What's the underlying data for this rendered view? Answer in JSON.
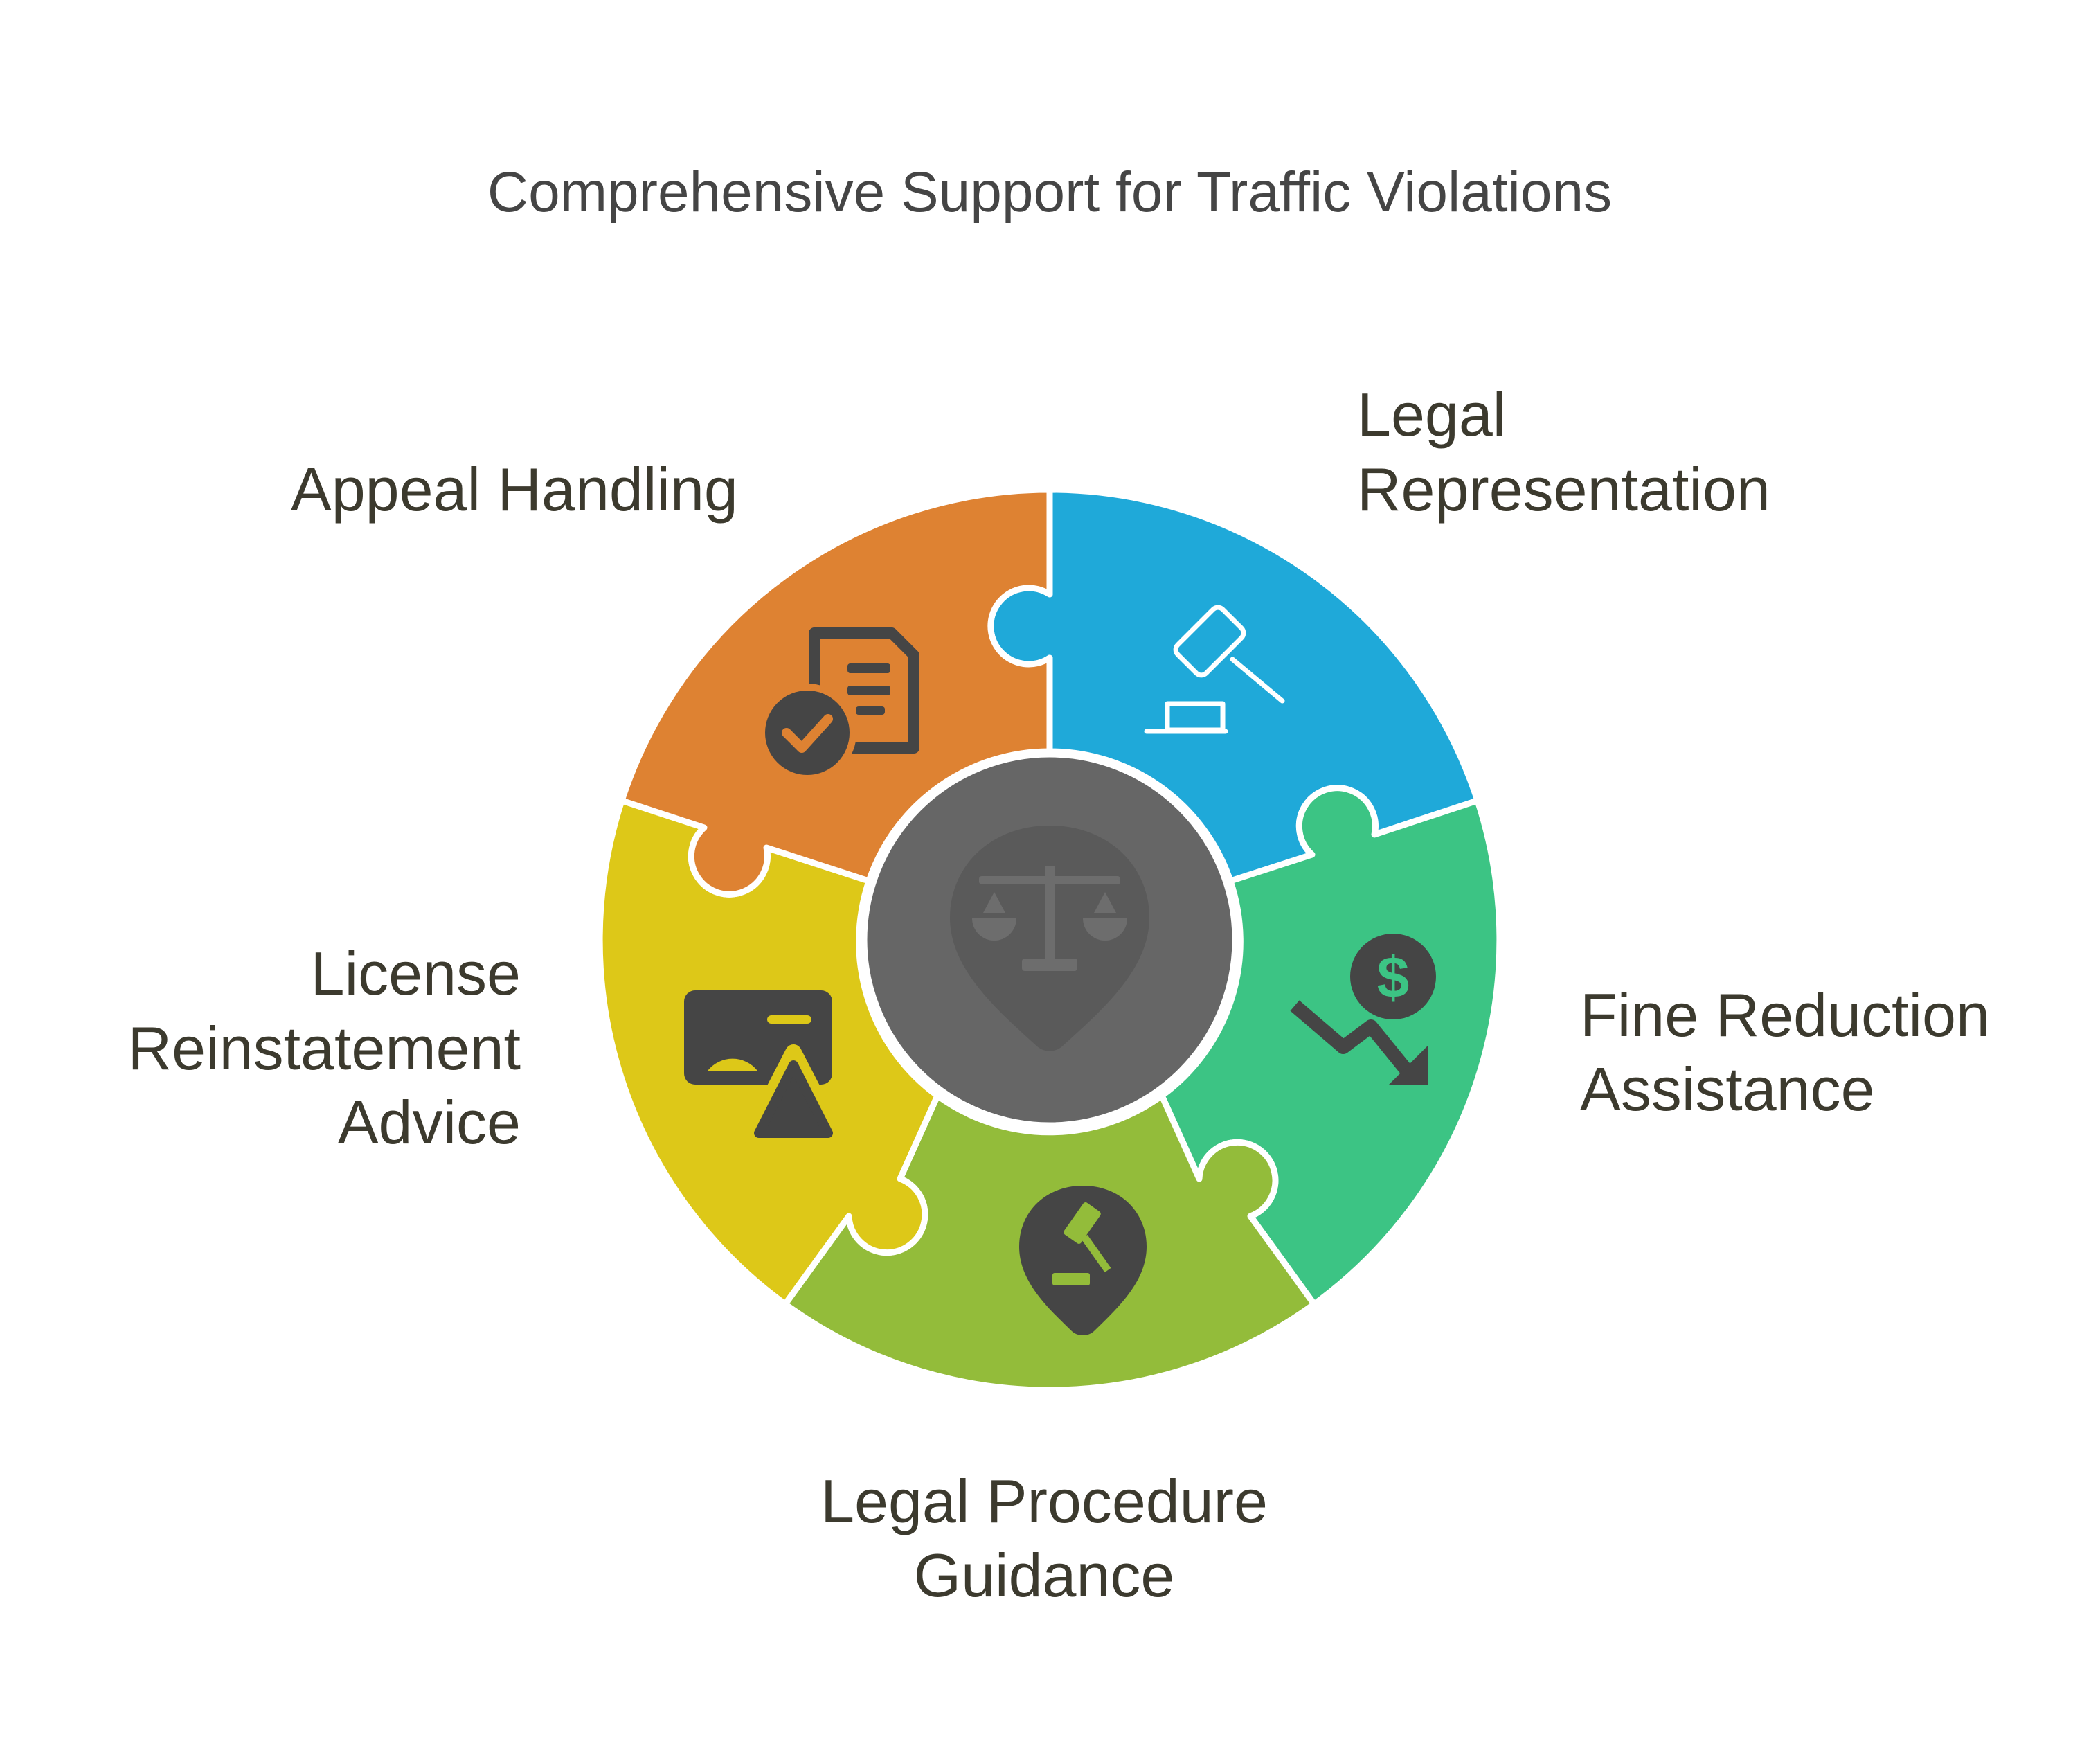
{
  "title": "Comprehensive Support for Traffic Violations",
  "center": {
    "icon": "scales-of-justice-shield-icon",
    "color": "#666666"
  },
  "segments": [
    {
      "id": "legal-representation",
      "lines": [
        "Legal",
        "Representation"
      ],
      "color": "#1fa9d9",
      "icon": "gavel-icon"
    },
    {
      "id": "fine-reduction",
      "lines": [
        "Fine Reduction",
        "Assistance"
      ],
      "color": "#3cc484",
      "icon": "dollar-down-trend-icon"
    },
    {
      "id": "legal-procedure",
      "lines": [
        "Legal Procedure",
        "Guidance"
      ],
      "color": "#93bc3a",
      "icon": "gavel-pin-icon"
    },
    {
      "id": "license-reinstatement",
      "lines": [
        "License",
        "Reinstatement",
        "Advice"
      ],
      "color": "#ddc818",
      "icon": "license-card-warning-icon"
    },
    {
      "id": "appeal-handling",
      "lines": [
        "Appeal Handling"
      ],
      "color": "#de8232",
      "icon": "document-check-icon"
    }
  ],
  "text_colors": {
    "title": "#454545",
    "label": "#3c3a2e"
  }
}
